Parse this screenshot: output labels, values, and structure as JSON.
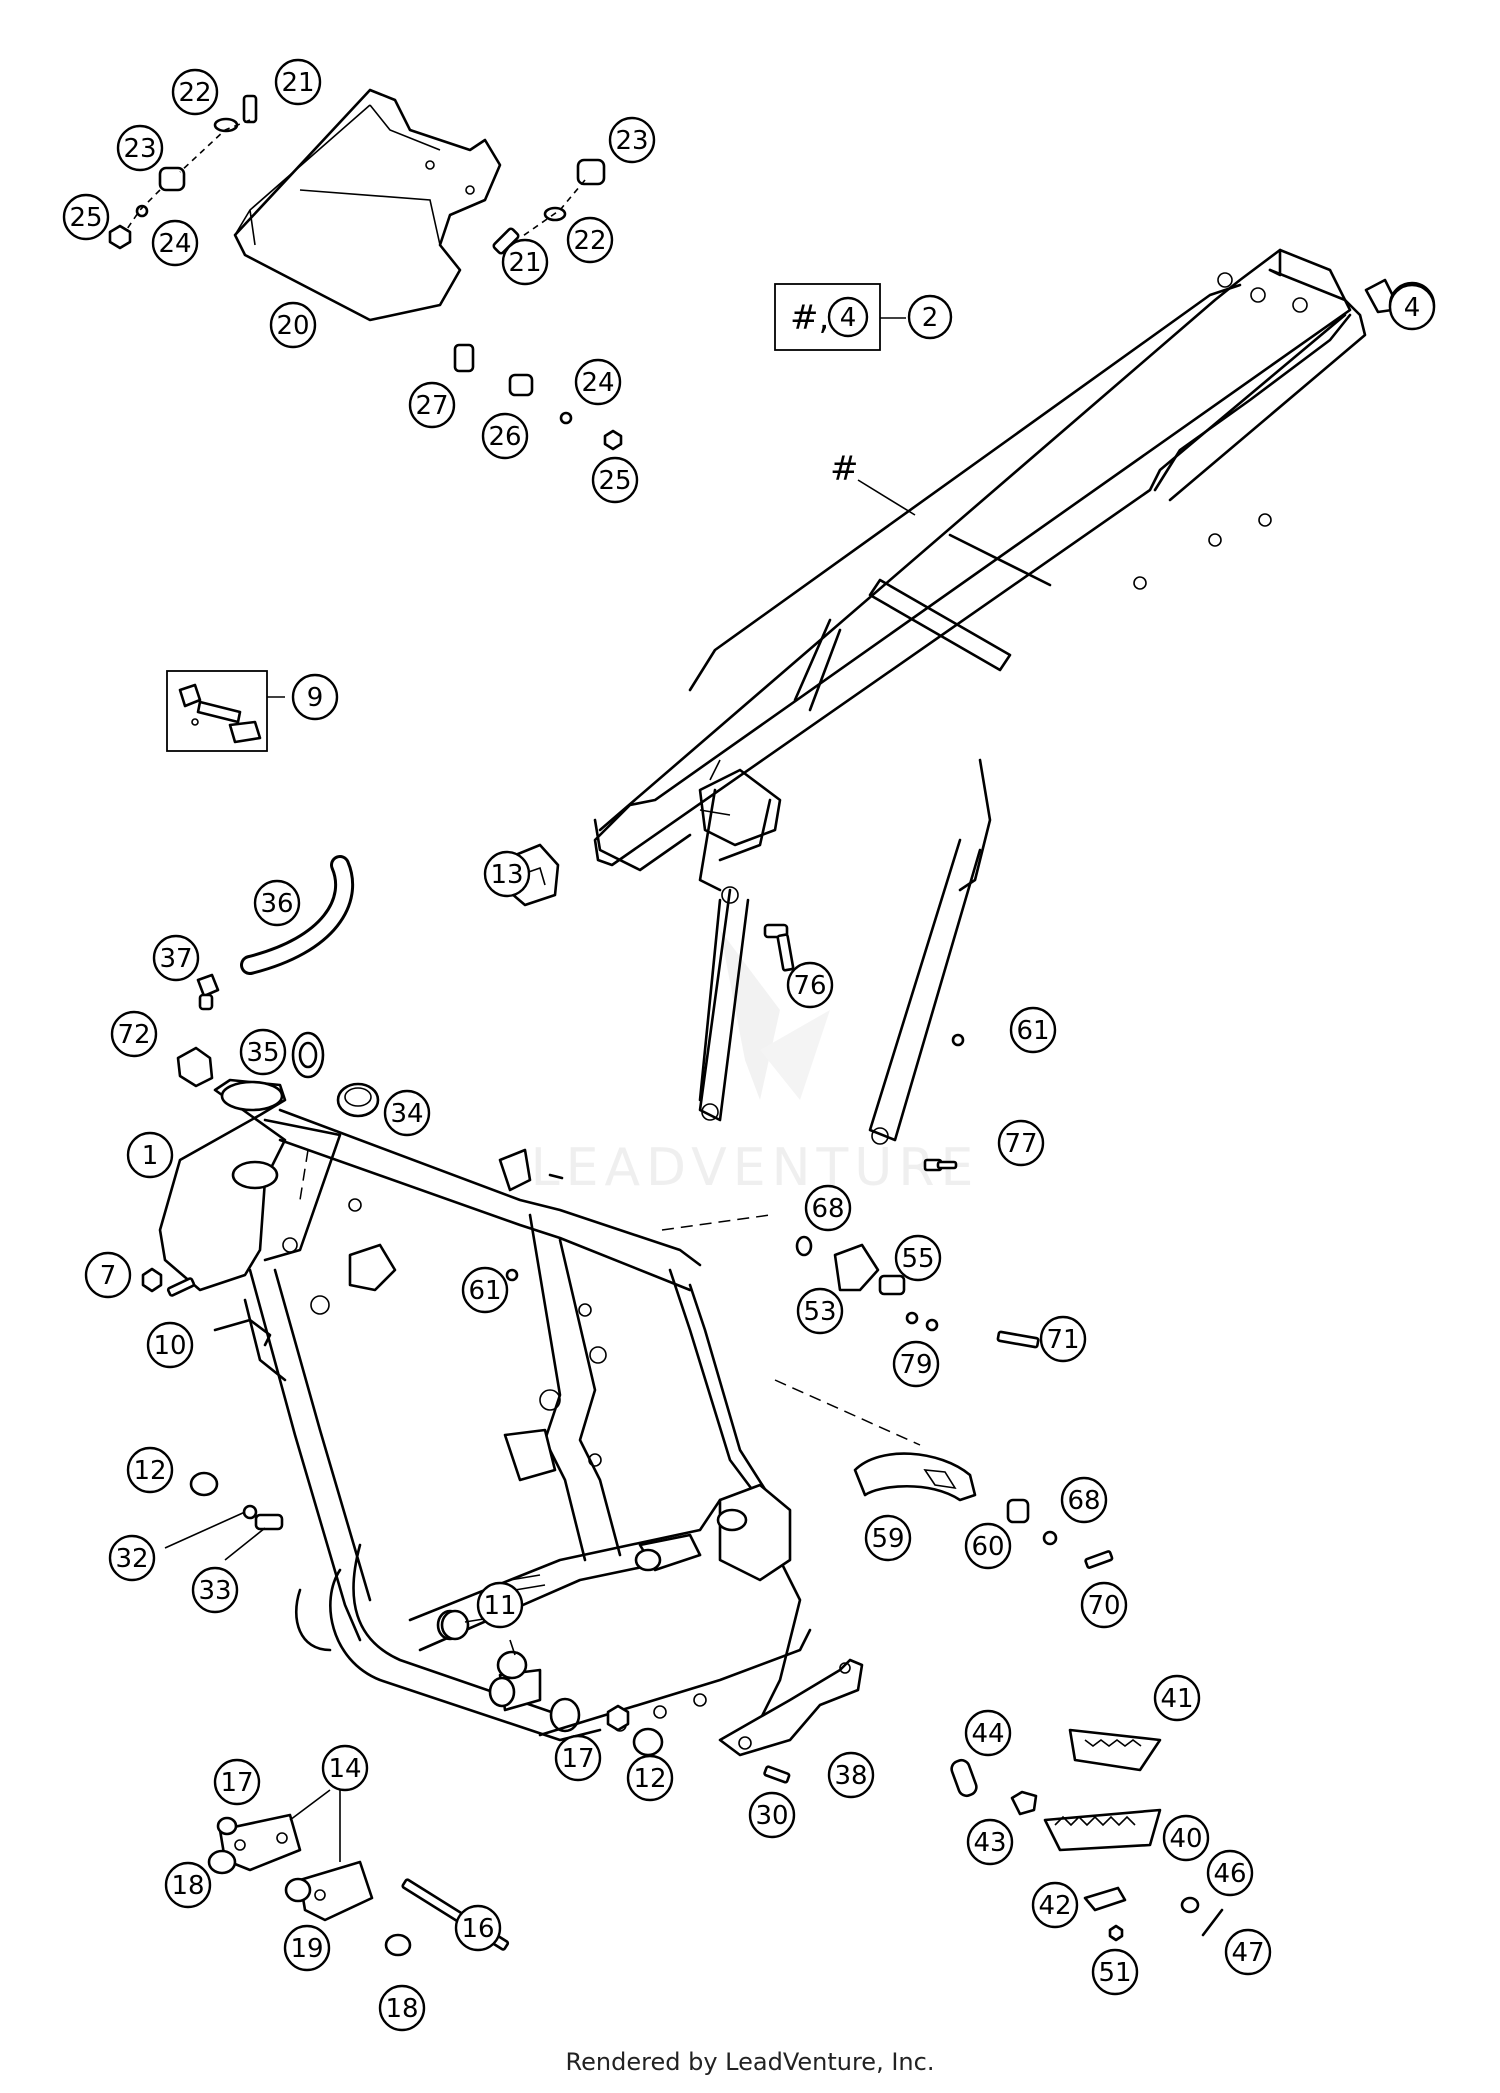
{
  "footer": "Rendered by LeadVenture, Inc.",
  "watermark": "LEADVENTURE",
  "hash_label": "#",
  "kit_label": {
    "prefix": "#,",
    "part": "4",
    "number": "2"
  },
  "callouts": [
    "1",
    "2",
    "4",
    "7",
    "9",
    "10",
    "11",
    "12",
    "12",
    "13",
    "14",
    "16",
    "17",
    "17",
    "18",
    "18",
    "19",
    "20",
    "21",
    "21",
    "22",
    "22",
    "23",
    "23",
    "24",
    "24",
    "25",
    "25",
    "26",
    "27",
    "30",
    "32",
    "33",
    "34",
    "35",
    "36",
    "37",
    "38",
    "40",
    "41",
    "42",
    "43",
    "44",
    "46",
    "47",
    "51",
    "53",
    "55",
    "59",
    "60",
    "61",
    "61",
    "68",
    "68",
    "70",
    "71",
    "72",
    "76",
    "77",
    "79"
  ]
}
